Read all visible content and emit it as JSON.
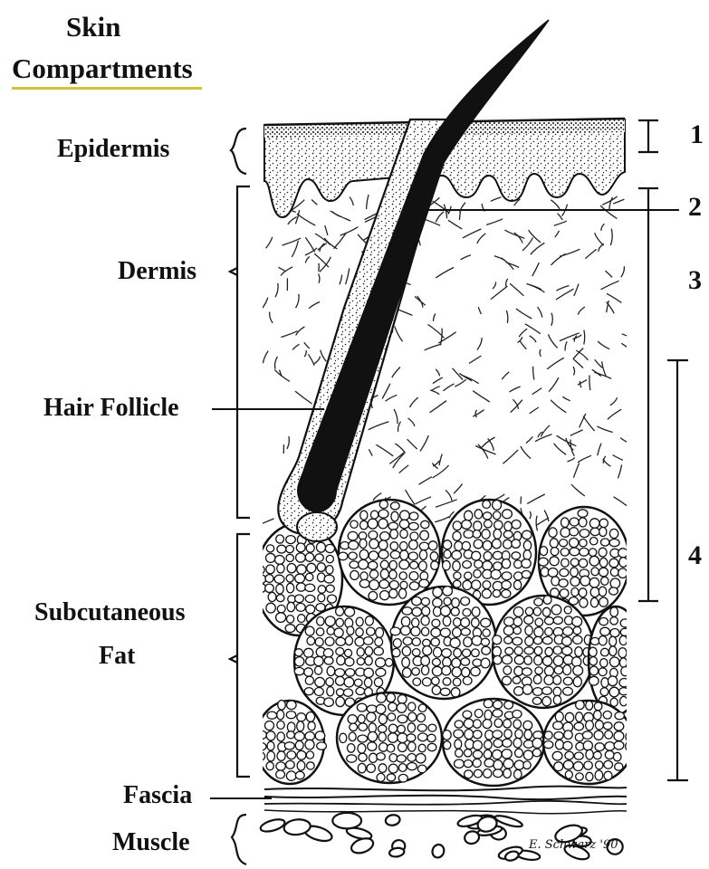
{
  "title": {
    "line1": "Skin",
    "line2": "Compartments"
  },
  "layers": {
    "epidermis": "Epidermis",
    "dermis": "Dermis",
    "hair_follicle": "Hair Follicle",
    "subcutaneous_fat_line1": "Subcutaneous",
    "subcutaneous_fat_line2": "Fat",
    "fascia": "Fascia",
    "muscle": "Muscle"
  },
  "compartments": [
    "1",
    "2",
    "3",
    "4"
  ],
  "signature": "E. Schwarz '90",
  "colors": {
    "ink": "#111111",
    "paper": "#ffffff",
    "title_underline": "#d8c23a"
  }
}
